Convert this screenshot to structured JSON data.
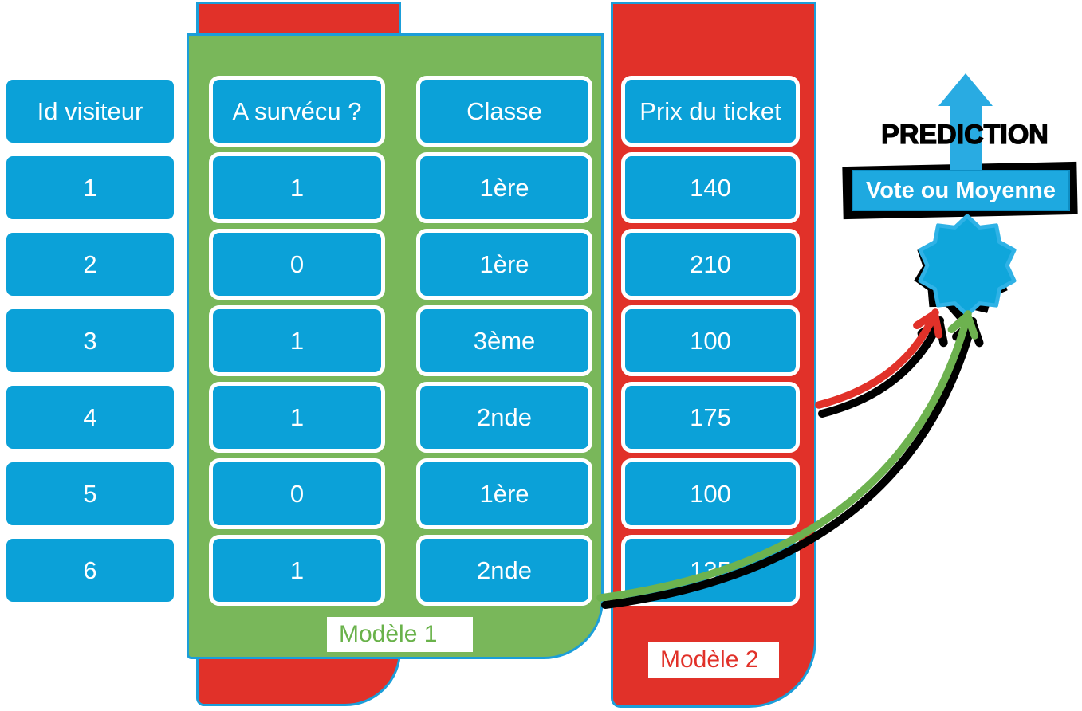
{
  "colors": {
    "cell_blue": "#0ba1d8",
    "accent_blue": "#29abe2",
    "panel_green": "#79b75a",
    "green_text": "#69b24a",
    "red": "#e13129",
    "panel_border": "#1b9ed9",
    "badge_fill": "#0fa6db",
    "badge_edge": "#2fb2e6",
    "arrow_green": "#6db24f"
  },
  "table": {
    "id": {
      "header": "Id visiteur",
      "values": [
        "1",
        "2",
        "3",
        "4",
        "5",
        "6"
      ]
    },
    "survecu": {
      "header": "A survécu ?",
      "values": [
        "1",
        "0",
        "1",
        "1",
        "0",
        "1"
      ]
    },
    "classe": {
      "header": "Classe",
      "values": [
        "1ère",
        "1ère",
        "3ème",
        "2nde",
        "1ère",
        "2nde"
      ]
    },
    "prix": {
      "header": "Prix du ticket",
      "values": [
        "140",
        "210",
        "100",
        "175",
        "100",
        "135"
      ]
    }
  },
  "labels": {
    "model1": "Modèle 1",
    "model2": "Modèle 2",
    "prediction": "PREDICTION",
    "vote": "Vote ou Moyenne"
  }
}
